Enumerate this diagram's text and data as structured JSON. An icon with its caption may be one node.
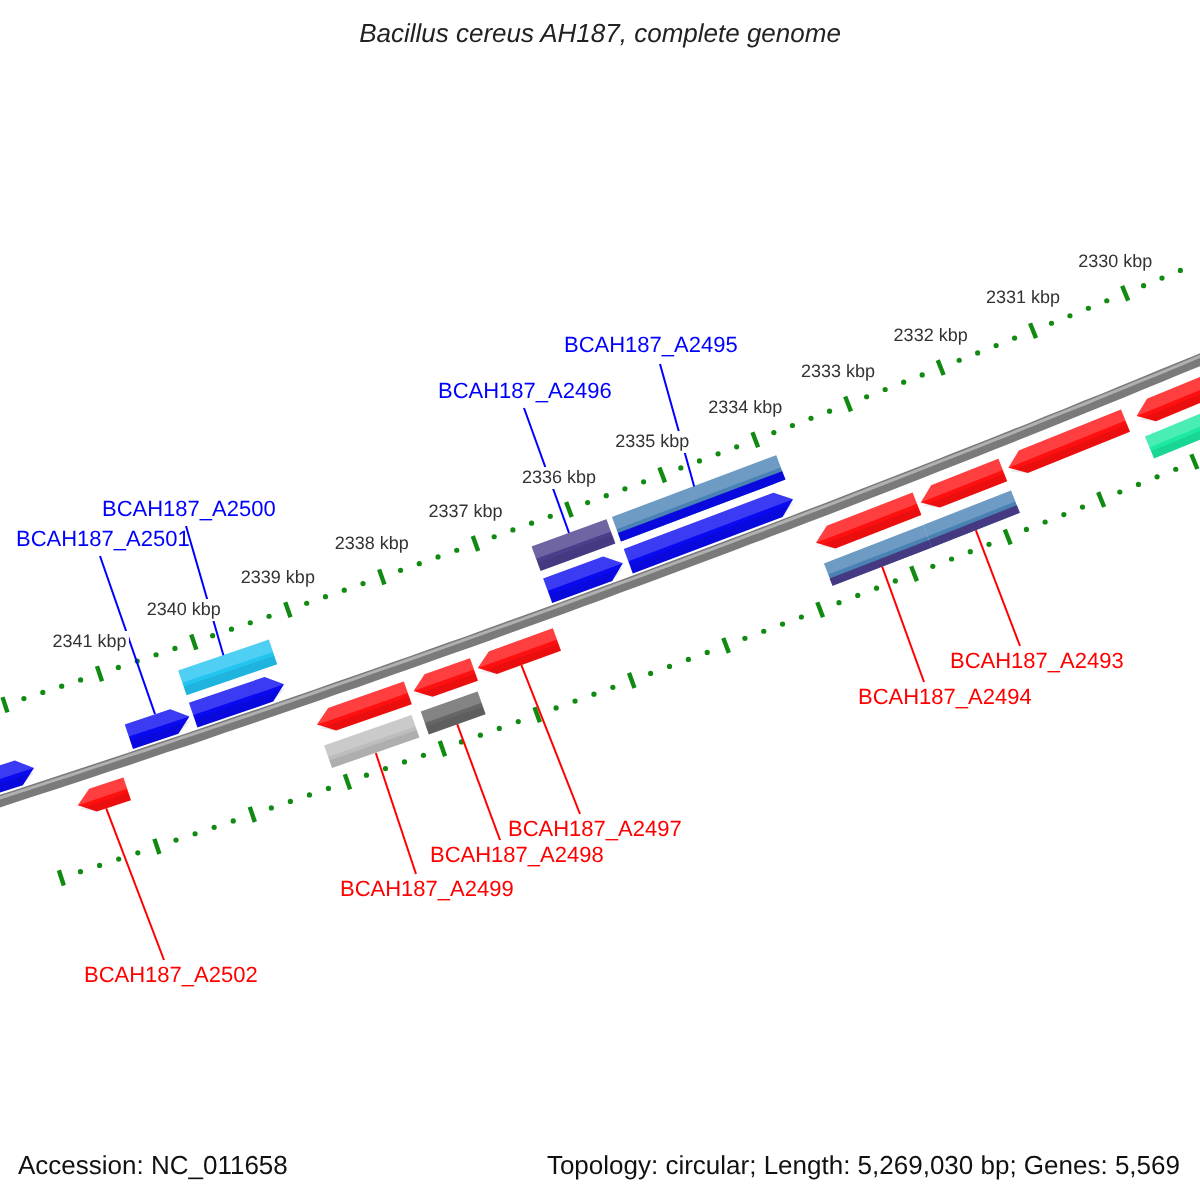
{
  "diagram": {
    "title": "Bacillus cereus AH187, complete genome",
    "nodes": [
      {
        "text": [
          "BCAH187_A2495"
        ]
      },
      {
        "text": [
          "BCAH187_A2496"
        ]
      },
      {
        "text": [
          "BCAH187_A2500"
        ]
      },
      {
        "text": [
          "BCAH187_A2501"
        ]
      },
      {
        "text": [
          "BCAH187_A2493"
        ]
      },
      {
        "text": [
          "BCAH187_A2494"
        ]
      },
      {
        "text": [
          "BCAH187_A2497"
        ]
      },
      {
        "text": [
          "BCAH187_A2498"
        ]
      },
      {
        "text": [
          "BCAH187_A2499"
        ]
      },
      {
        "text": [
          "BCAH187_A2502"
        ]
      },
      {
        "text": [],
        "shape": "pentagon"
      },
      {
        "text": [],
        "shape": "pentagon"
      },
      {
        "text": [],
        "shape": "pentagon"
      },
      {
        "text": [],
        "shape": "bar"
      },
      {
        "text": [],
        "shape": "pentagon"
      },
      {
        "text": [],
        "shape": "pentagon"
      },
      {
        "text": [],
        "shape": "bar"
      },
      {
        "text": [],
        "shape": "pentagon"
      },
      {
        "text": [],
        "shape": "bar"
      },
      {
        "text": [],
        "shape": "pentagon"
      },
      {
        "text": [],
        "shape": "bar"
      },
      {
        "text": [],
        "shape": "pentagon"
      },
      {
        "text": [],
        "shape": "bar"
      },
      {
        "text": [],
        "shape": "pentagon"
      },
      {
        "text": [],
        "shape": "pentagon"
      },
      {
        "text": [],
        "shape": "bar"
      },
      {
        "text": [],
        "shape": "pentagon"
      },
      {
        "text": [],
        "shape": "bar"
      },
      {
        "text": [],
        "shape": "pentagon"
      },
      {
        "text": [],
        "shape": "pentagon"
      },
      {
        "text": [],
        "shape": "bar"
      }
    ],
    "edges": [
      {
        "from": 0,
        "to": 22,
        "arrow": "none",
        "color": "#0000ff"
      },
      {
        "from": 1,
        "to": 20,
        "arrow": "none",
        "color": "#0000ff"
      },
      {
        "from": 2,
        "to": 13,
        "arrow": "none",
        "color": "#0000ff"
      },
      {
        "from": 3,
        "to": 12,
        "arrow": "none",
        "color": "#0000ff"
      },
      {
        "from": 4,
        "to": 27,
        "arrow": "none",
        "color": "#ff0000"
      },
      {
        "from": 5,
        "to": 25,
        "arrow": "none",
        "color": "#ff0000"
      },
      {
        "from": 6,
        "to": 19,
        "arrow": "none",
        "color": "#ff0000"
      },
      {
        "from": 7,
        "to": 18,
        "arrow": "none",
        "color": "#ff0000"
      },
      {
        "from": 8,
        "to": 16,
        "arrow": "none",
        "color": "#ff0000"
      },
      {
        "from": 9,
        "to": 11,
        "arrow": "none",
        "color": "#ff0000"
      }
    ],
    "labels": [
      "2330 kbp",
      "2331 kbp",
      "2332 kbp",
      "2333 kbp",
      "2334 kbp",
      "2335 kbp",
      "2336 kbp",
      "2337 kbp",
      "2338 kbp",
      "2339 kbp",
      "2340 kbp",
      "2341 kbp",
      "Accession: NC_011658",
      "Topology: circular; Length: 5,269,030 bp; Genes: 5,569"
    ]
  }
}
